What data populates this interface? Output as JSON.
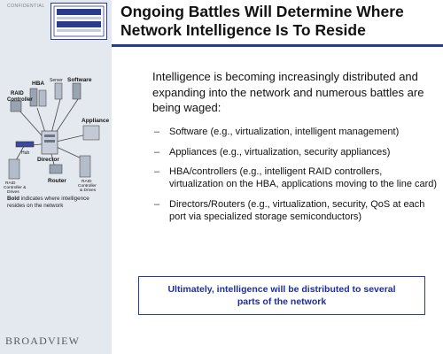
{
  "header": {
    "confidential_label": "CONFIDENTIAL",
    "title": "Ongoing Battles Will Determine Where Network Intelligence Is To Reside"
  },
  "sidebar": {
    "diagram": {
      "hba": "HBA",
      "server": "Server",
      "software": "Software",
      "raid_controller": "RAID Controller",
      "appliance": "Appliance",
      "hub": "Hub",
      "director": "Director",
      "router": "Router",
      "raid_drives_left": "RAID Controller & Drives",
      "raid_drives_right": "RAID Controller & Drives"
    },
    "caption_bold": "Bold",
    "caption_rest": " indicates where intelligence resides on the network",
    "brand": "BROADVIEW"
  },
  "main": {
    "intro": "Intelligence is becoming increasingly distributed and expanding into the network and numerous battles are being waged:",
    "bullet_dash": "–",
    "bullets": [
      "Software (e.g., virtualization, intelligent management)",
      "Appliances (e.g., virtualization, security appliances)",
      "HBA/controllers (e.g., intelligent RAID controllers, virtualization on the HBA, applications moving to the line card)",
      "Directors/Routers (e.g., virtualization, security, QoS at each port via specialized storage semiconductors)"
    ],
    "callout": "Ultimately, intelligence will be distributed to several parts of the network"
  },
  "colors": {
    "accent": "#2a3a8c",
    "sidebar_bg": "#e4e8ef",
    "callout_text": "#1e2f9a"
  }
}
